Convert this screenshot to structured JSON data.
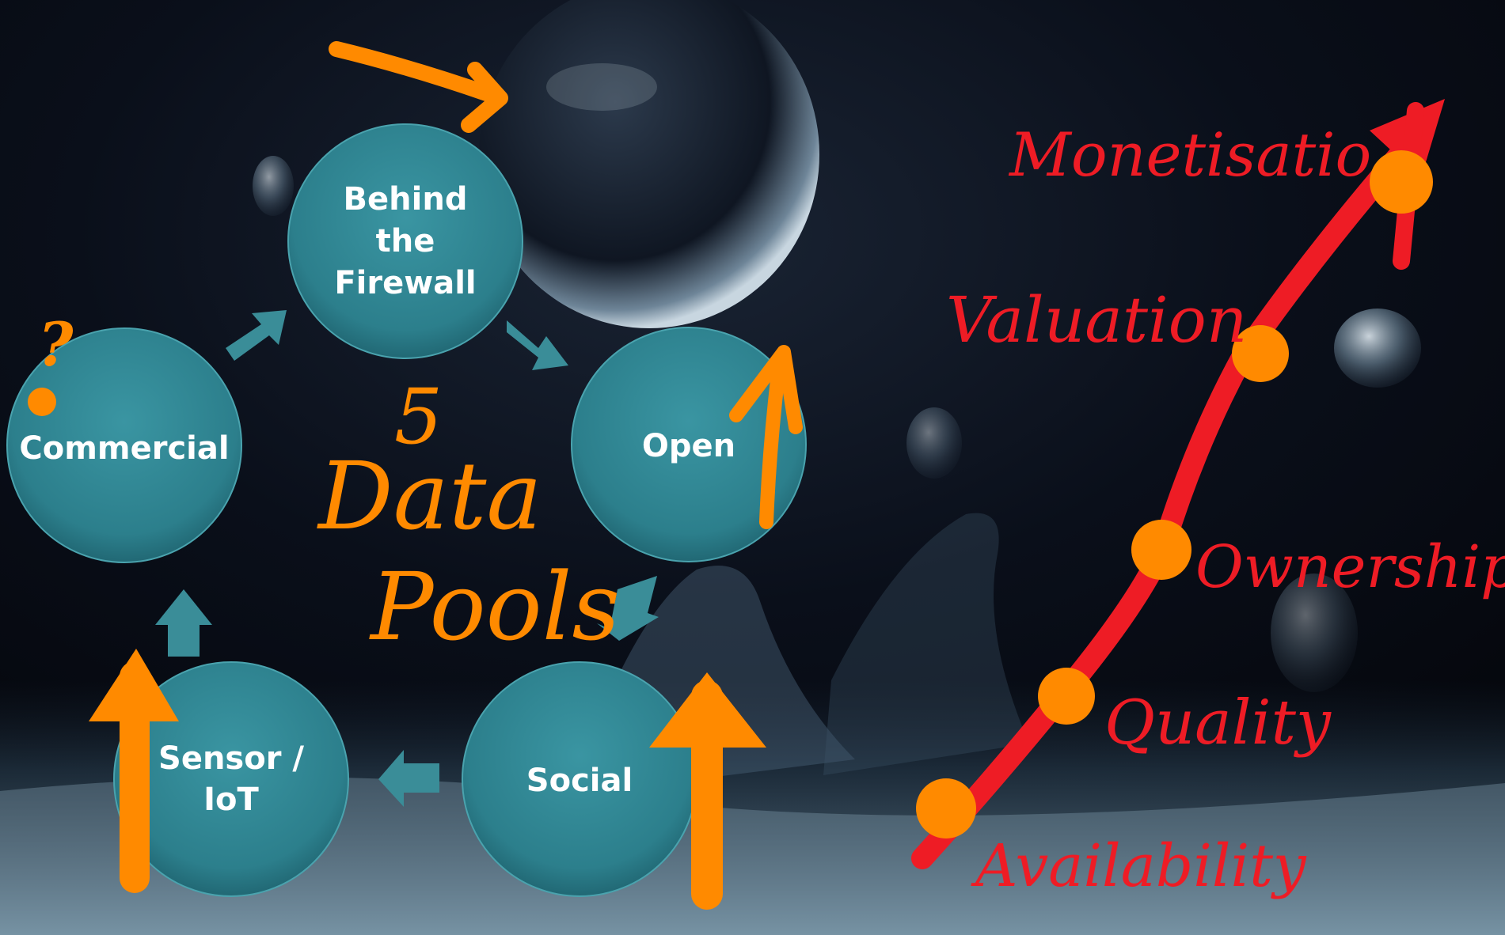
{
  "cycle": {
    "title_number": "5",
    "title_line1": "Data",
    "title_line2": "Pools",
    "question_mark": "?",
    "nodes": [
      {
        "id": "firewall",
        "lines": [
          "Behind",
          "the",
          "Firewall"
        ]
      },
      {
        "id": "open",
        "lines": [
          "Open"
        ]
      },
      {
        "id": "social",
        "lines": [
          "Social"
        ]
      },
      {
        "id": "sensor",
        "lines": [
          "Sensor /",
          "IoT"
        ]
      },
      {
        "id": "commercial",
        "lines": [
          "Commercial"
        ]
      }
    ]
  },
  "progression": {
    "stages": [
      "Availability",
      "Quality",
      "Ownership",
      "Valuation",
      "Monetisation"
    ],
    "monetisation_visible": "Monetisatio"
  },
  "colors": {
    "circle": "#2c7f8c",
    "arrow": "#3a8d98",
    "orange": "#ff8a00",
    "red": "#ee1c25",
    "background": "#06080f"
  }
}
